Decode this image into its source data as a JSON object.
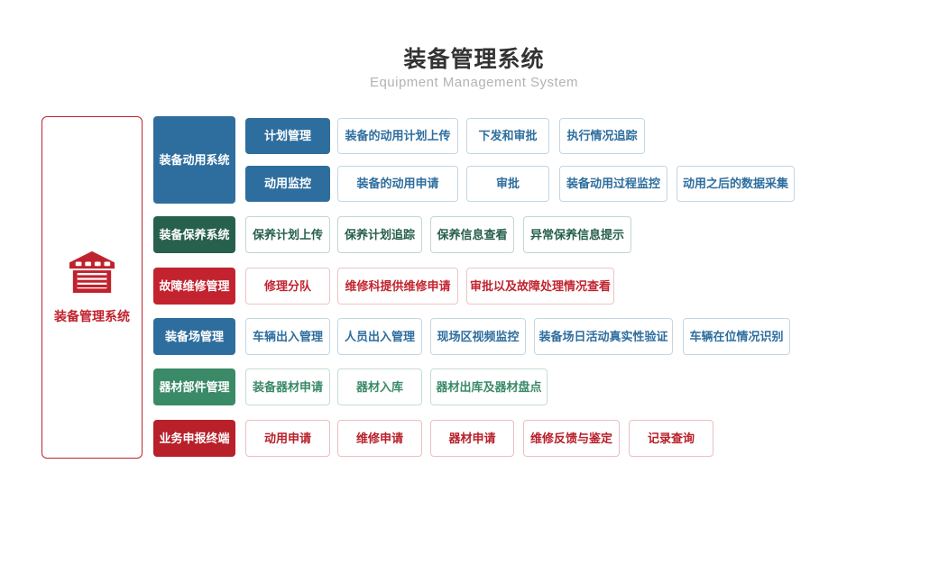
{
  "header": {
    "title": "装备管理系统",
    "subtitle": "Equipment Management System"
  },
  "sidebar": {
    "label": "装备管理系统",
    "icon": "warehouse-icon"
  },
  "colors": {
    "blue": "#2e6e9e",
    "dark_green": "#27604c",
    "red": "#c2232f",
    "green": "#3a8a68",
    "dark_red": "#b8202a",
    "accent_red": "#c0222d"
  },
  "sections": [
    {
      "label": "装备动用系统",
      "theme": "blue",
      "groups": [
        {
          "label": "计划管理",
          "items": [
            "装备的动用计划上传",
            "下发和审批",
            "执行情况追踪"
          ]
        },
        {
          "label": "动用监控",
          "items": [
            "装备的动用申请",
            "审批",
            "装备动用过程监控",
            "动用之后的数据采集"
          ]
        }
      ]
    },
    {
      "label": "装备保养系统",
      "theme": "dark_green",
      "items": [
        "保养计划上传",
        "保养计划追踪",
        "保养信息查看",
        "异常保养信息提示"
      ]
    },
    {
      "label": "故障维修管理",
      "theme": "red",
      "items": [
        "修理分队",
        "维修科提供维修申请",
        "审批以及故障处理情况查看"
      ]
    },
    {
      "label": "装备场管理",
      "theme": "blue",
      "items": [
        "车辆出入管理",
        "人员出入管理",
        "现场区视频监控",
        "装备场日活动真实性验证",
        "车辆在位情况识别"
      ]
    },
    {
      "label": "器材部件管理",
      "theme": "green",
      "items": [
        "装备器材申请",
        "器材入库",
        "器材出库及器材盘点"
      ]
    },
    {
      "label": "业务申报终端",
      "theme": "dark_red",
      "items": [
        "动用申请",
        "维修申请",
        "器材申请",
        "维修反馈与鉴定",
        "记录查询"
      ]
    }
  ]
}
